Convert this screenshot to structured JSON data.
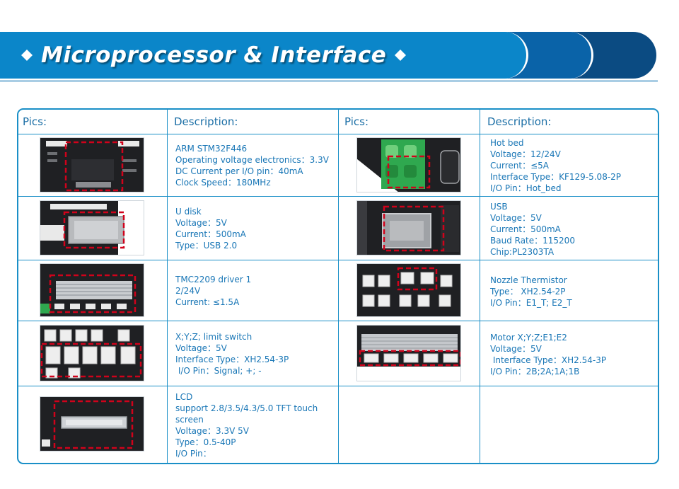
{
  "banner": {
    "title": "Microprocessor & Interface"
  },
  "table": {
    "headers": [
      "Pics:",
      "Description:",
      "Pics:",
      "Description:"
    ],
    "rows": [
      {
        "left": [
          "ARM STM32F446",
          "Operating voltage electronics：3.3V",
          "DC Current per I/O pin：40mA",
          "Clock Speed：180MHz"
        ],
        "right": [
          "Hot bed",
          "Voltage：12/24V",
          "Current：≤5A",
          "Interface Type：KF129-5.08-2P",
          "I/O Pin：Hot_bed"
        ]
      },
      {
        "left": [
          "U disk",
          "Voltage：5V",
          "Current：500mA",
          "Type：USB 2.0"
        ],
        "right": [
          "USB",
          "Voltage：5V",
          "Current：500mA",
          "Baud Rate：115200",
          "Chip:PL2303TA"
        ]
      },
      {
        "left": [
          "TMC2209 driver 1",
          "2/24V",
          "Current: ≤1.5A"
        ],
        "right": [
          "Nozzle Thermistor",
          "Type： XH2.54-2P",
          "I/O Pin：E1_T; E2_T"
        ]
      },
      {
        "left": [
          "X;Y;Z; limit switch",
          "Voltage：5V",
          "Interface Type：XH2.54-3P",
          " I/O Pin：Signal; +; -"
        ],
        "right": [
          "Motor X;Y;Z;E1;E2",
          "Voltage：5V",
          " Interface Type：XH2.54-3P",
          "I/O Pin：2B;2A;1A;1B"
        ]
      },
      {
        "left": [
          "LCD",
          "support 2.8/3.5/4.3/5.0 TFT touch",
          "screen",
          "Voltage：3.3V 5V",
          "Type：0.5-40P",
          "I/O Pin："
        ],
        "right": []
      }
    ]
  },
  "colors": {
    "accent": "#0b86c9",
    "border": "#1a8fc7",
    "text": "#1876b6",
    "highlight": "#d0021b"
  }
}
